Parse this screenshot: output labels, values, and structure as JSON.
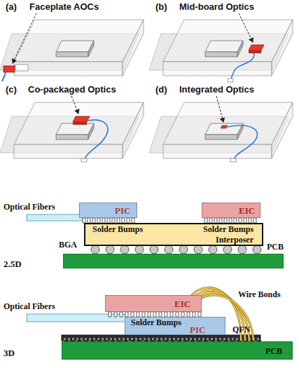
{
  "diagram": {
    "nodes": [
      {
        "text": [
          "PIC"
        ]
      },
      {
        "text": [
          "EIC"
        ]
      },
      {
        "text": [
          "Solder Bumps",
          "Solder Bumps",
          "Interposer"
        ]
      },
      {
        "text": [
          "PCB"
        ]
      },
      {
        "text": [
          "EIC"
        ]
      },
      {
        "text": [
          "Solder Bumps",
          "PIC"
        ]
      },
      {
        "text": [
          "PCB"
        ]
      }
    ],
    "labels": [
      "(a)",
      "Faceplate AOCs",
      "(b)",
      "Mid-board Optics",
      "(c)",
      "Co-packaged Optics",
      "(d)",
      "Integrated Optics",
      "Optical Fibers",
      "BGA",
      "2.5D",
      "Optical Fibers",
      "Wire Bonds",
      "QFN",
      "3D"
    ]
  }
}
